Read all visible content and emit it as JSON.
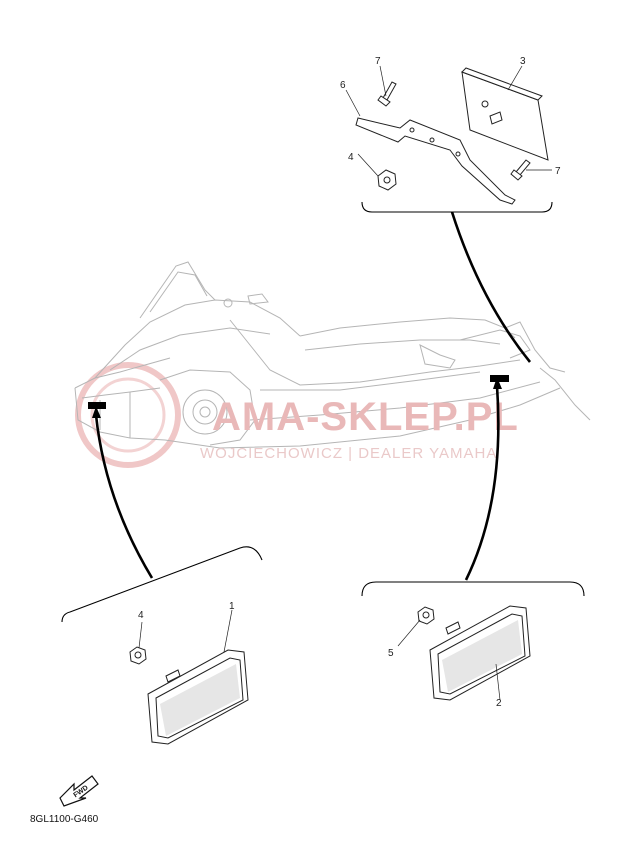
{
  "watermark": {
    "brand": "AMA-SKLEP.PL",
    "dealer": "WOJCIECHOWICZ | DEALER YAMAHA"
  },
  "diagram_code": "8GL1100-G460",
  "fwd_label": "FWD",
  "callouts": {
    "top_bracket": "6",
    "top_screw_left": "7",
    "top_reflector": "3",
    "top_nut": "4",
    "top_screw_right": "7",
    "front_nut": "4",
    "front_reflector": "1",
    "rear_nut": "5",
    "rear_reflector": "2"
  },
  "colors": {
    "line": "#222222",
    "sled_outline": "#b5b5b5",
    "watermark": "#e9b8b8"
  }
}
